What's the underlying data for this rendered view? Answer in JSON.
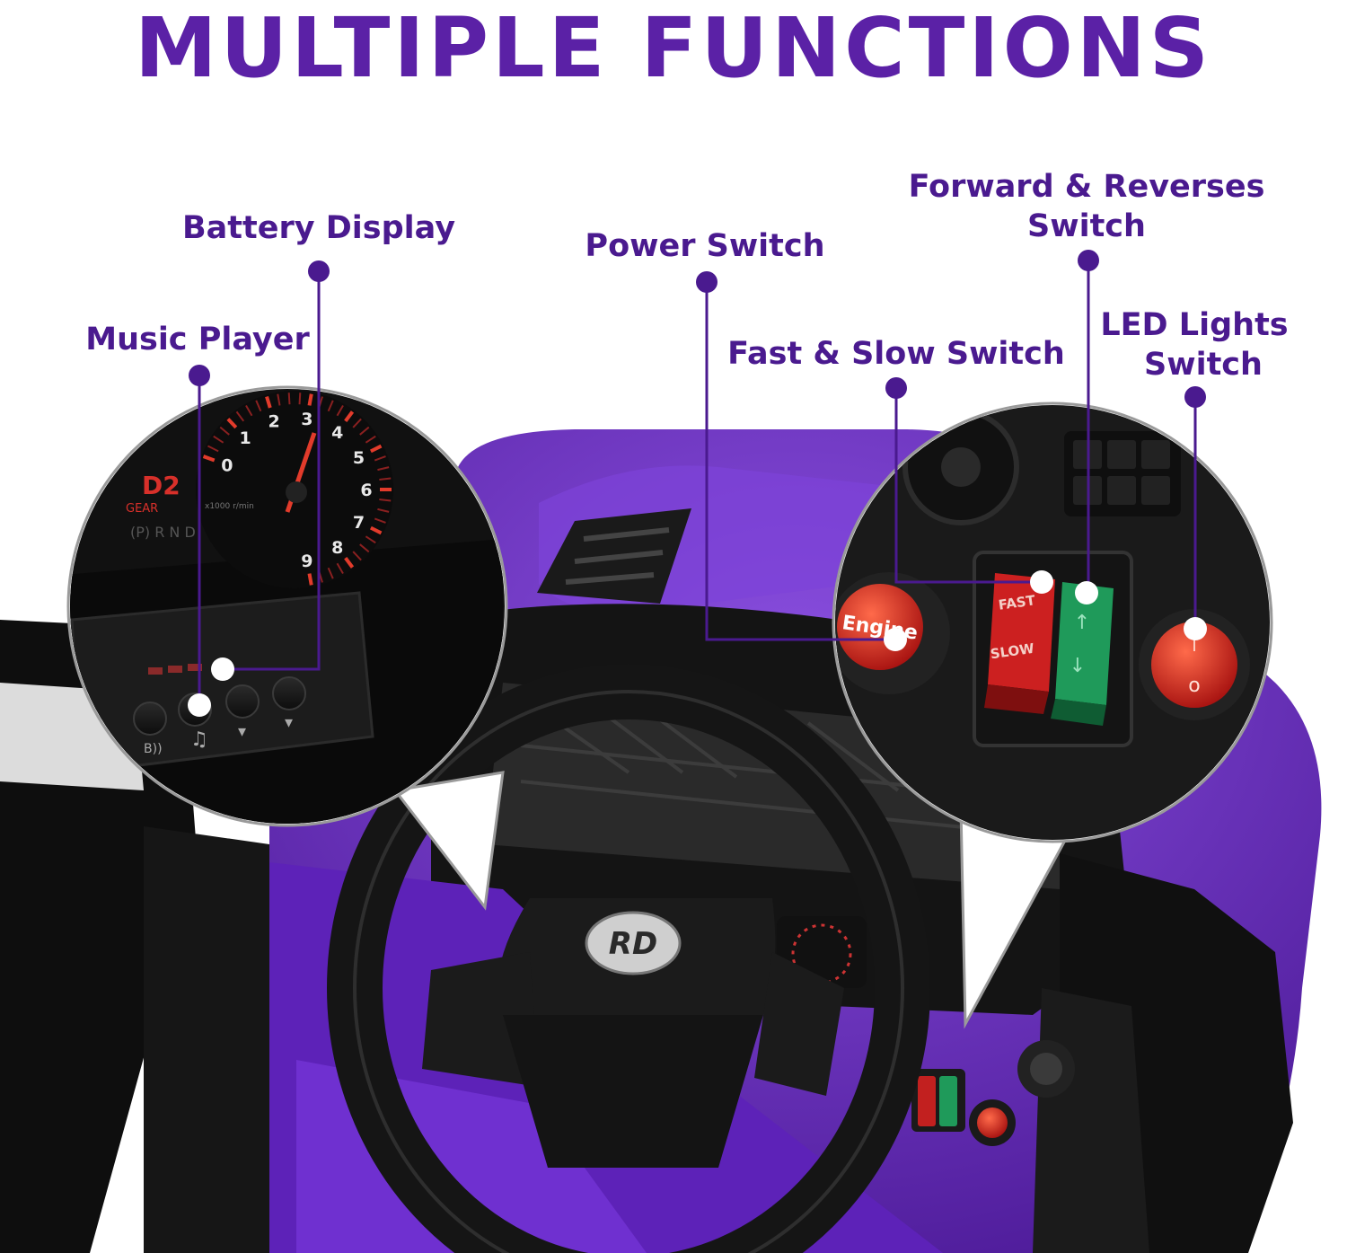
{
  "title": "MULTIPLE FUNCTIONS",
  "labels": {
    "battery_display": "Battery Display",
    "music_player": "Music Player",
    "power_switch": "Power Switch",
    "forward_reverse_line1": "Forward & Reverses",
    "forward_reverse_line2": "Switch",
    "fast_slow": "Fast & Slow Switch",
    "led_line1": "LED Lights",
    "led_line2": "Switch"
  },
  "dashboard": {
    "gear_code": "D2",
    "gear_label": "GEAR",
    "gear_row": "(P) R N D",
    "rpm_unit": "x1000 r/min",
    "gauge_numbers": [
      "0",
      "1",
      "2",
      "3",
      "4",
      "5",
      "6",
      "7",
      "8",
      "9"
    ]
  },
  "controls": {
    "engine_label": "Engine",
    "fast_label": "FAST",
    "slow_label": "SLOW",
    "steering_logo": "RD"
  },
  "colors": {
    "accent": "#4a1a8f",
    "car_body": "#6a2fc4",
    "engine_red": "#d41f1f",
    "switch_green": "#1f9a5a"
  }
}
